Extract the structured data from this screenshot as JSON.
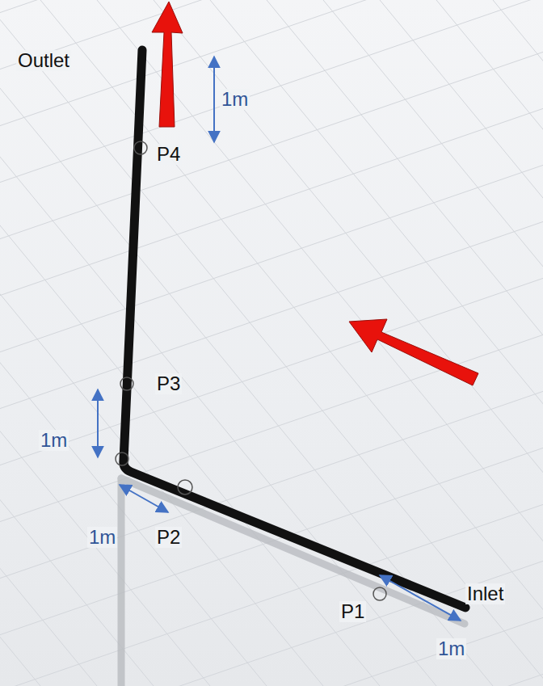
{
  "diagram": {
    "labels": [
      "Outlet",
      "1m",
      "P4",
      "P3",
      "1m",
      "1m",
      "P2",
      "Inlet",
      "P1",
      "1m"
    ]
  }
}
